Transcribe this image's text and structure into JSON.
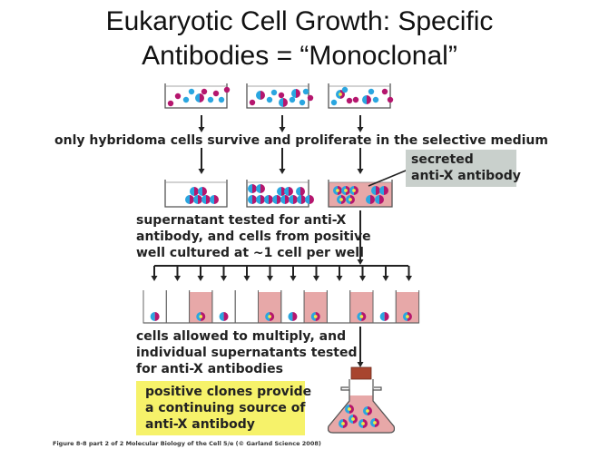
{
  "title_line1": "Eukaryotic Cell Growth:  Specific",
  "title_line2": "Antibodies = “Monoclonal”",
  "step1_text": "only hybridoma cells survive and proliferate in the selective medium",
  "secreted_label": [
    "secreted",
    "anti-X antibody"
  ],
  "step2_text": [
    "supernatant tested for anti-X",
    "antibody, and cells from positive",
    "well cultured at ~1 cell per well"
  ],
  "step3_text": [
    "cells allowed to multiply, and",
    "individual supernatants tested",
    "for anti-X antibodies"
  ],
  "conclusion_text": [
    "positive clones provide",
    "a continuing source of",
    "anti-X antibody"
  ],
  "caption": "Figure 8-8 part 2 of 2  Molecular Biology of the Cell 5/e (© Garland Science 2008)",
  "colors": {
    "magenta": "#b5166e",
    "blue": "#2aa6e0",
    "yellow": "#f1e84a",
    "pink_medium": "#e7a8a8",
    "label_gray": "#c9d0cc",
    "highlight_yellow": "#f6f26a"
  },
  "wells": [
    {
      "positive": false,
      "cell": "hybridoma"
    },
    {
      "positive": false,
      "cell": "none"
    },
    {
      "positive": true,
      "cell": "secreting"
    },
    {
      "positive": false,
      "cell": "hybridoma"
    },
    {
      "positive": false,
      "cell": "none"
    },
    {
      "positive": true,
      "cell": "secreting"
    },
    {
      "positive": false,
      "cell": "hybridoma"
    },
    {
      "positive": true,
      "cell": "secreting"
    },
    {
      "positive": false,
      "cell": "none"
    },
    {
      "positive": true,
      "cell": "secreting"
    },
    {
      "positive": false,
      "cell": "hybridoma"
    },
    {
      "positive": true,
      "cell": "secreting"
    }
  ]
}
